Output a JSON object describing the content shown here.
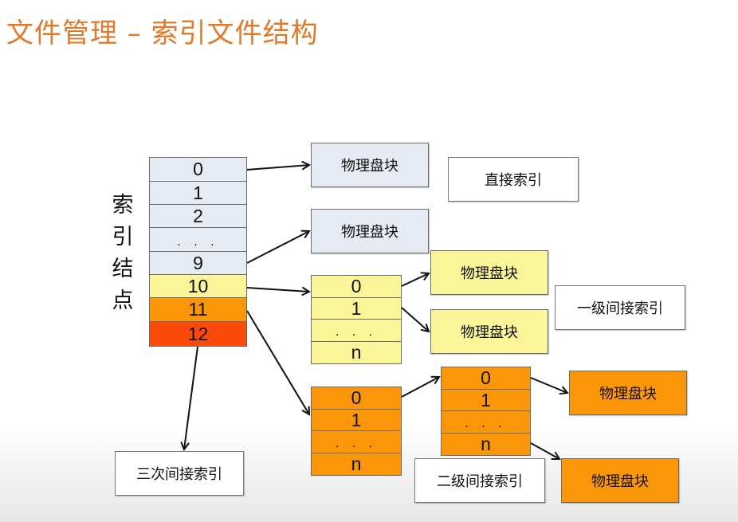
{
  "title": "文件管理 – 索引文件结构",
  "colors": {
    "title": "#e07a2a",
    "direct": "#e6eaf2",
    "single": "#fbf59a",
    "double": "#fb9608",
    "triple": "#fb4a0a"
  },
  "index_node": {
    "label_chars": [
      "索",
      "引",
      "结",
      "点"
    ],
    "cells": [
      "0",
      "1",
      "2",
      ". . .",
      "9",
      "10",
      "11",
      "12"
    ]
  },
  "direct": {
    "block_top": "物理盘块",
    "block_bottom": "物理盘块",
    "label": "直接索引"
  },
  "single_indirect": {
    "cells": [
      "0",
      "1",
      ". . .",
      "n"
    ],
    "block_top": "物理盘块",
    "block_bottom": "物理盘块",
    "label": "一级间接索引"
  },
  "double_indirect": {
    "level1_cells": [
      "0",
      "1",
      ". . .",
      "n"
    ],
    "level2_cells": [
      "0",
      "1",
      ". . .",
      "n"
    ],
    "block_top": "物理盘块",
    "block_bottom": "物理盘块",
    "label": "二级间接索引"
  },
  "triple_indirect": {
    "label": "三次间接索引"
  }
}
